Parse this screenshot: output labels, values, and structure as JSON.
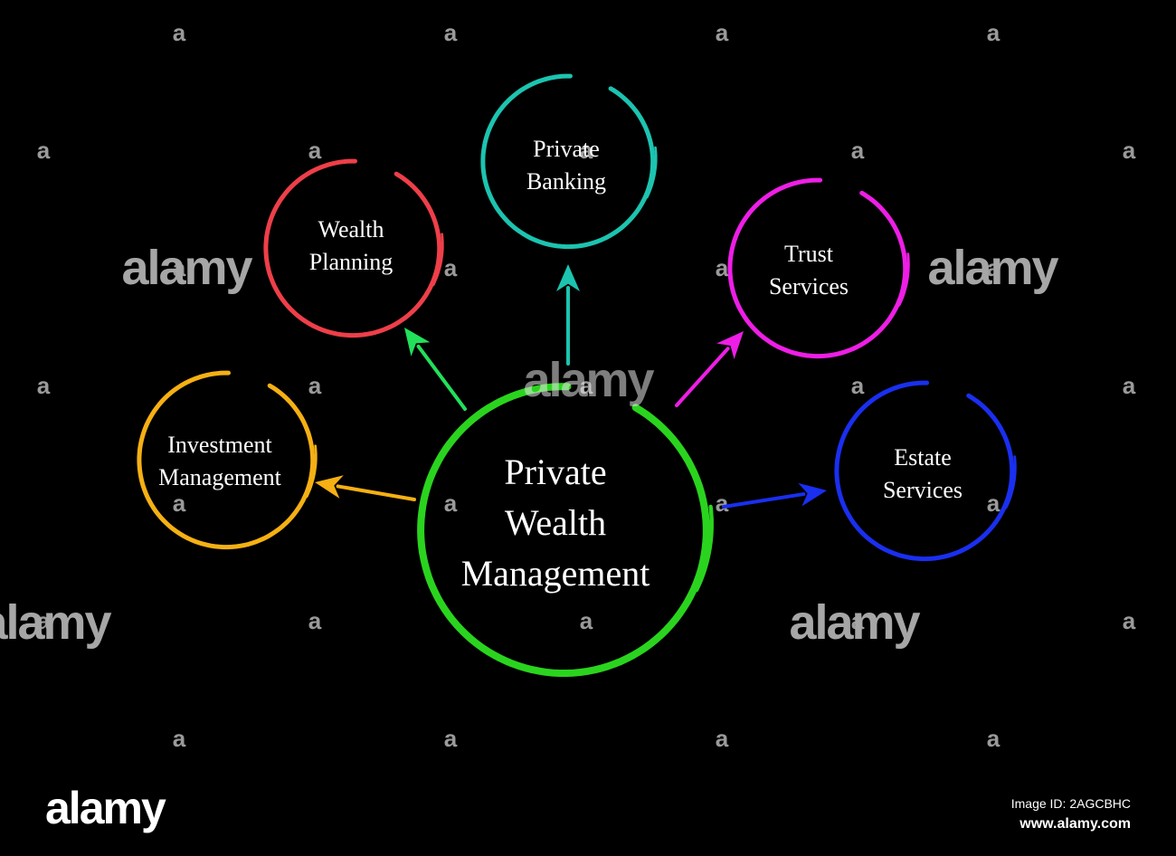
{
  "center": {
    "label_lines": [
      "Private",
      "Wealth",
      "Management"
    ],
    "color": "#2ad41e"
  },
  "nodes": [
    {
      "id": "investment-management",
      "label_lines": [
        "Investment",
        "Management"
      ],
      "color": "#f5b013"
    },
    {
      "id": "wealth-planning",
      "label_lines": [
        "Wealth",
        "Planning"
      ],
      "color": "#ee3f49"
    },
    {
      "id": "private-banking",
      "label_lines": [
        "Private",
        "Banking"
      ],
      "color": "#1cc4b0"
    },
    {
      "id": "trust-services",
      "label_lines": [
        "Trust",
        "Services"
      ],
      "color": "#ee1ee6"
    },
    {
      "id": "estate-services",
      "label_lines": [
        "Estate",
        "Services"
      ],
      "color": "#1a2ff0"
    }
  ],
  "arrows": [
    {
      "to": "investment-management",
      "color": "#f5b013"
    },
    {
      "to": "wealth-planning",
      "color": "#22e05a"
    },
    {
      "to": "private-banking",
      "color": "#1cc4b0"
    },
    {
      "to": "trust-services",
      "color": "#ee1ee6"
    },
    {
      "to": "estate-services",
      "color": "#1a2ff0"
    }
  ],
  "watermark": {
    "brand": "alamy",
    "mark": "a",
    "image_id": "Image ID: 2AGCBHC",
    "url": "www.alamy.com"
  }
}
